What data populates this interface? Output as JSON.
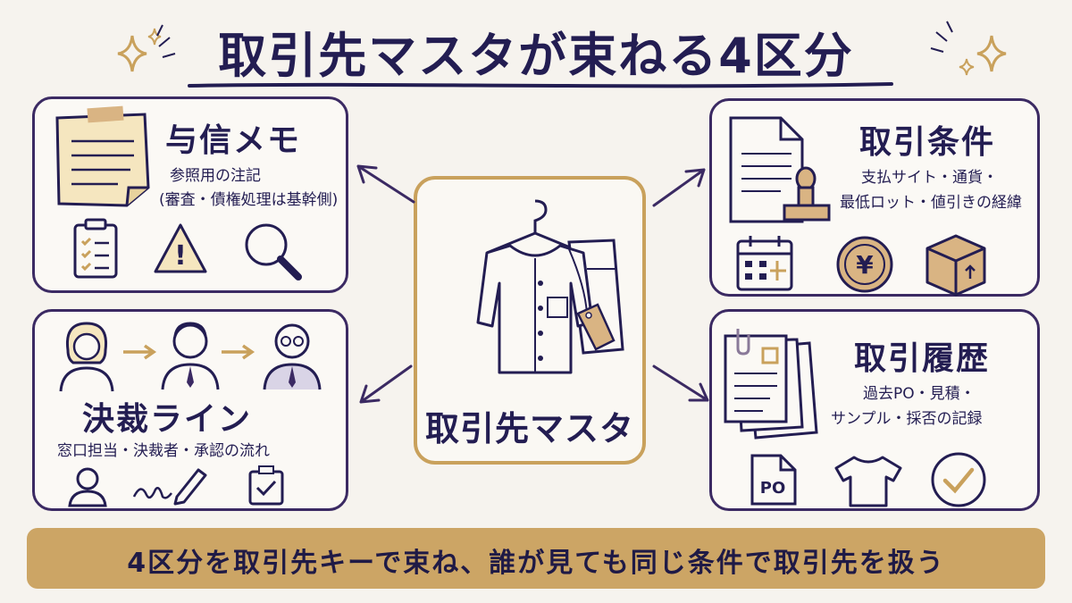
{
  "title": "取引先マスタが束ねる4区分",
  "center": {
    "label": "取引先マスタ"
  },
  "cards": {
    "credit": {
      "title": "与信メモ",
      "line1": "参照用の注記",
      "line2": "(審査・債権処理は基幹側)"
    },
    "terms": {
      "title": "取引条件",
      "line1": "支払サイト・通貨・",
      "line2": "最低ロット・値引きの経緯"
    },
    "approval": {
      "title": "決裁ライン",
      "line1": "窓口担当・決裁者・承認の流れ"
    },
    "history": {
      "title": "取引履歴",
      "line1": "過去PO・見積・",
      "line2": "サンプル・採否の記録",
      "po_label": "PO"
    }
  },
  "icons": {
    "terms": {
      "currency_symbol": "¥"
    },
    "credit": {
      "warning_symbol": "!"
    }
  },
  "banner": {
    "text": "4区分を取引先キーで束ね、誰が見ても同じ条件で取引先を扱う"
  },
  "colors": {
    "ink": "#231d52",
    "gold": "#cca565",
    "frame": "#3b2a63",
    "tan": "#d9b483",
    "paper": "#f5e6bf"
  }
}
